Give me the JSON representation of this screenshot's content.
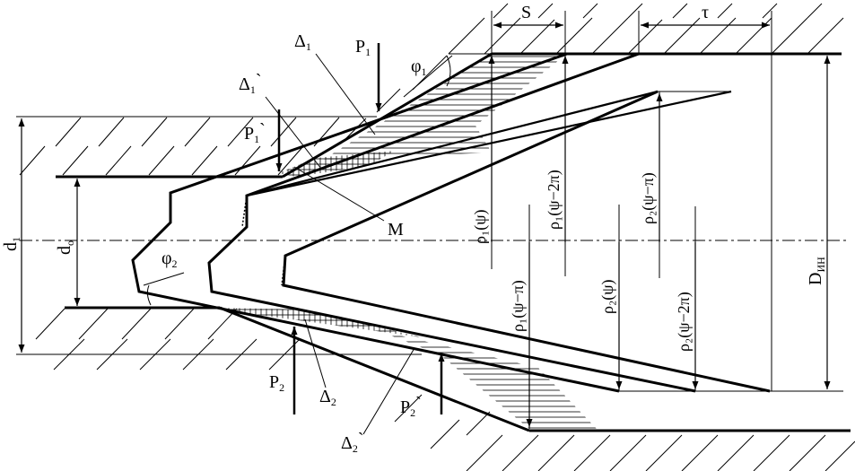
{
  "labels": {
    "S": "S",
    "tau": "τ",
    "delta1": "Δ",
    "delta1_sub": "1",
    "delta1p": "Δ",
    "delta1p_sub": "1",
    "delta1p_mark": "`",
    "P1": "P",
    "P1_sub": "1",
    "P1p": "P",
    "P1p_sub": "1",
    "P1p_mark": "`",
    "phi1": "φ",
    "phi1_sub": "1",
    "phi2": "φ",
    "phi2_sub": "2",
    "M": "M",
    "d1": "d",
    "d1_sub": "1",
    "d0": "d",
    "d0_sub": "о",
    "Din": "D",
    "Din_sub": "ИН",
    "P2": "P",
    "P2_sub": "2",
    "P2p": "P",
    "P2p_sub": "2",
    "P2p_mark": "`",
    "delta2": "Δ",
    "delta2_sub": "2",
    "delta2p": "Δ",
    "delta2p_sub": "2",
    "delta2p_mark": "`",
    "rho1_psi": "ρ₁(ψ)",
    "rho1_psi_2pi": "ρ₁(ψ−2π)",
    "rho2_psi_pi": "ρ₂(ψ−π)",
    "rho1_psi_pi": "ρ₁(ψ−π)",
    "rho2_psi": "ρ₂(ψ)",
    "rho2_psi_2pi": "ρ₂(ψ−2π)"
  }
}
